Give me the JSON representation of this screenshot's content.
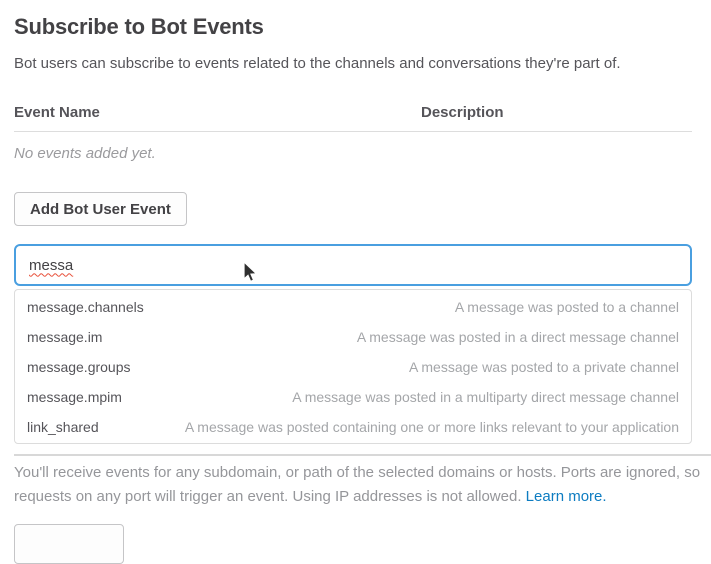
{
  "section": {
    "title": "Subscribe to Bot Events",
    "description": "Bot users can subscribe to events related to the channels and conversations they're part of."
  },
  "events_table": {
    "col_event_name": "Event Name",
    "col_description": "Description",
    "empty_message": "No events added yet."
  },
  "buttons": {
    "add_bot_user_event": "Add Bot User Event"
  },
  "event_input": {
    "value": "messa"
  },
  "suggestions": [
    {
      "name": "message.channels",
      "description": "A message was posted to a channel"
    },
    {
      "name": "message.im",
      "description": "A message was posted in a direct message channel"
    },
    {
      "name": "message.groups",
      "description": "A message was posted to a private channel"
    },
    {
      "name": "message.mpim",
      "description": "A message was posted in a multiparty direct message channel"
    },
    {
      "name": "link_shared",
      "description": "A message was posted containing one or more links relevant to your application"
    }
  ],
  "footer_note": {
    "line1": "You'll receive events for any subdomain, or path of the selected domains or hosts. Ports are ignored, so",
    "line2": "requests on any port will trigger an event. Using IP addresses is not allowed.",
    "link": "Learn more."
  },
  "colors": {
    "input_focus_border": "#4a9fe0",
    "link_blue": "#0d7cc1",
    "heading_text": "#434245",
    "muted_text": "#9b9b9e"
  }
}
